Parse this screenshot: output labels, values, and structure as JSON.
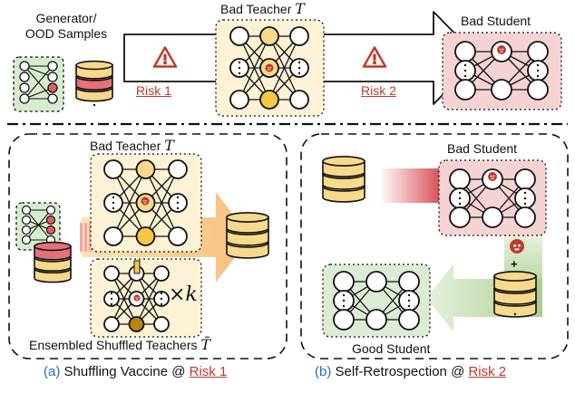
{
  "top": {
    "source_label_line1": "Generator/",
    "source_label_line2": "OOD Samples",
    "teacher_label": "Bad Teacher",
    "teacher_symbol": "T",
    "student_label": "Bad Student",
    "risk1": "Risk 1",
    "risk2": "Risk 2"
  },
  "panel_a": {
    "teacher_label": "Bad Teacher",
    "teacher_symbol": "T",
    "multiplier": "×k",
    "ensemble_label": "Ensembled Shuffled Teachers",
    "ensemble_symbol": "T̃",
    "caption_letter": "(a)",
    "caption_text": " Shuffling Vaccine @ ",
    "caption_risk": "Risk 1"
  },
  "panel_b": {
    "bad_student_label": "Bad Student",
    "good_student_label": "Good Student",
    "plus": "+",
    "caption_letter": "(b)",
    "caption_text": " Self-Retrospection @ ",
    "caption_risk": "Risk 2"
  },
  "colors": {
    "teacher_bg": "#fdf2d6",
    "student_bad_bg": "#f6d3d3",
    "student_good_bg": "#dcebd4",
    "gen_bg": "#d7ebcf",
    "disk": "#f8d98b",
    "danger": "#c0392b",
    "accent_blue": "#2a6bd1"
  }
}
